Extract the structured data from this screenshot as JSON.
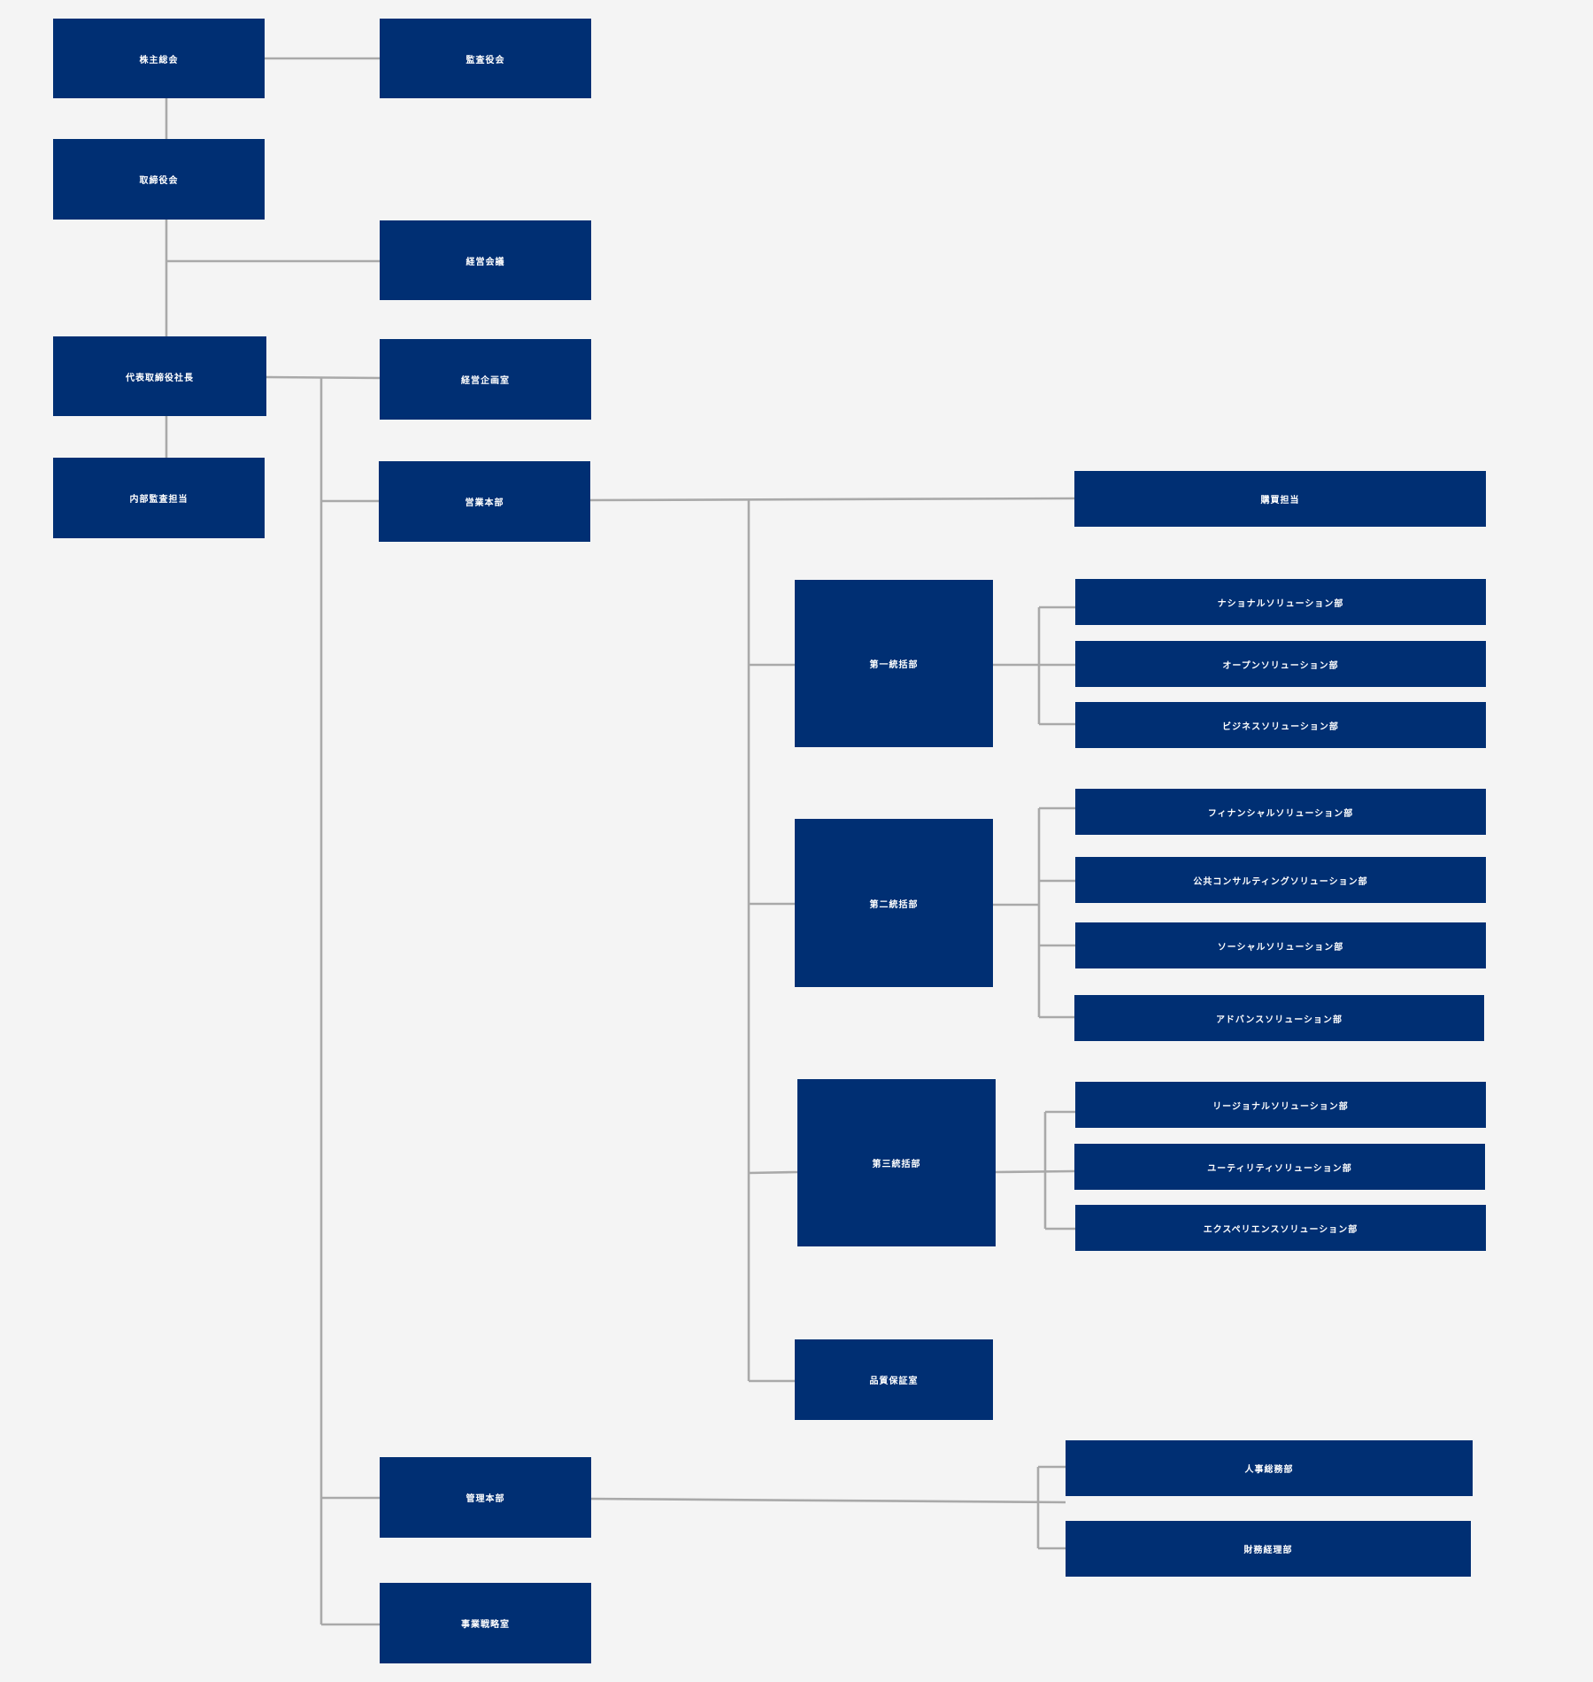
{
  "chart": {
    "nodes": {
      "shareholders": "株主総会",
      "auditors": "監査役会",
      "board": "取締役会",
      "management_meeting": "経営会議",
      "president": "代表取締役社長",
      "internal_audit": "内部監査担当",
      "planning_office": "経営企画室",
      "sales_hq": "営業本部",
      "purchasing": "購買担当",
      "div1": "第一統括部",
      "div1_national": "ナショナルソリューション部",
      "div1_open": "オープンソリューション部",
      "div1_business": "ビジネスソリューション部",
      "div2": "第二統括部",
      "div2_financial": "フィナンシャルソリューション部",
      "div2_public": "公共コンサルティングソリューション部",
      "div2_social": "ソーシャルソリューション部",
      "div2_advance": "アドバンスソリューション部",
      "div3": "第三統括部",
      "div3_regional": "リージョナルソリューション部",
      "div3_utility": "ユーティリティソリューション部",
      "div3_experience": "エクスペリエンスソリューション部",
      "qa_office": "品質保証室",
      "admin_hq": "管理本部",
      "hr_ga": "人事総務部",
      "finance": "財務経理部",
      "strategy_office": "事業戦略室"
    }
  }
}
